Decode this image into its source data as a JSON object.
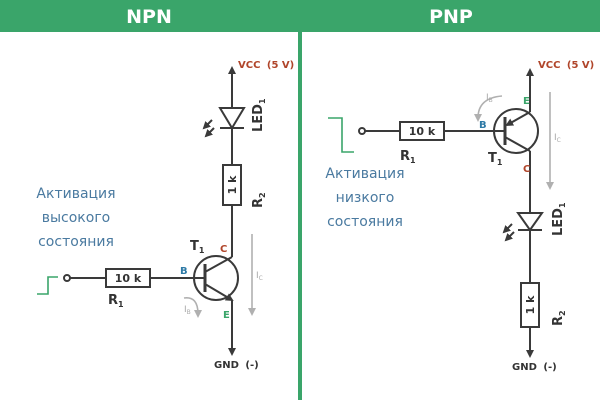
{
  "colors": {
    "header_green": "#3aa56a",
    "divider_green": "#3aa56a",
    "wire": "#3a3a3a",
    "supply_label": "#b0452a",
    "base_pin": "#2e7aa6",
    "collector_pin": "#b0452a",
    "emitter_pin": "#3aa56a",
    "activation_text": "#4a7aa0",
    "current_arrow": "#b0b0b0"
  },
  "npn": {
    "title": "NPN",
    "vcc_label": "VCC",
    "vcc_value": "(5 V)",
    "gnd_label": "GND",
    "gnd_value": "(-)",
    "led_label": "LED",
    "led_sub": "1",
    "r1_value": "10 k",
    "r1_label": "R",
    "r1_sub": "1",
    "r2_value": "1 k",
    "r2_label": "R",
    "r2_sub": "2",
    "t_label": "T",
    "t_sub": "1",
    "pin_b": "B",
    "pin_c": "C",
    "pin_e": "E",
    "ib_label": "I",
    "ib_sub": "B",
    "ic_label": "I",
    "ic_sub": "C",
    "activation": [
      "Активация",
      "высокого",
      "состояния"
    ]
  },
  "pnp": {
    "title": "PNP",
    "vcc_label": "VCC",
    "vcc_value": "(5 V)",
    "gnd_label": "GND",
    "gnd_value": "(-)",
    "led_label": "LED",
    "led_sub": "1",
    "r1_value": "10 k",
    "r1_label": "R",
    "r1_sub": "1",
    "r2_value": "1 k",
    "r2_label": "R",
    "r2_sub": "2",
    "t_label": "T",
    "t_sub": "1",
    "pin_b": "B",
    "pin_c": "C",
    "pin_e": "E",
    "ib_label": "I",
    "ib_sub": "B",
    "ic_label": "I",
    "ic_sub": "C",
    "activation": [
      "Активация",
      "низкого",
      "состояния"
    ]
  }
}
